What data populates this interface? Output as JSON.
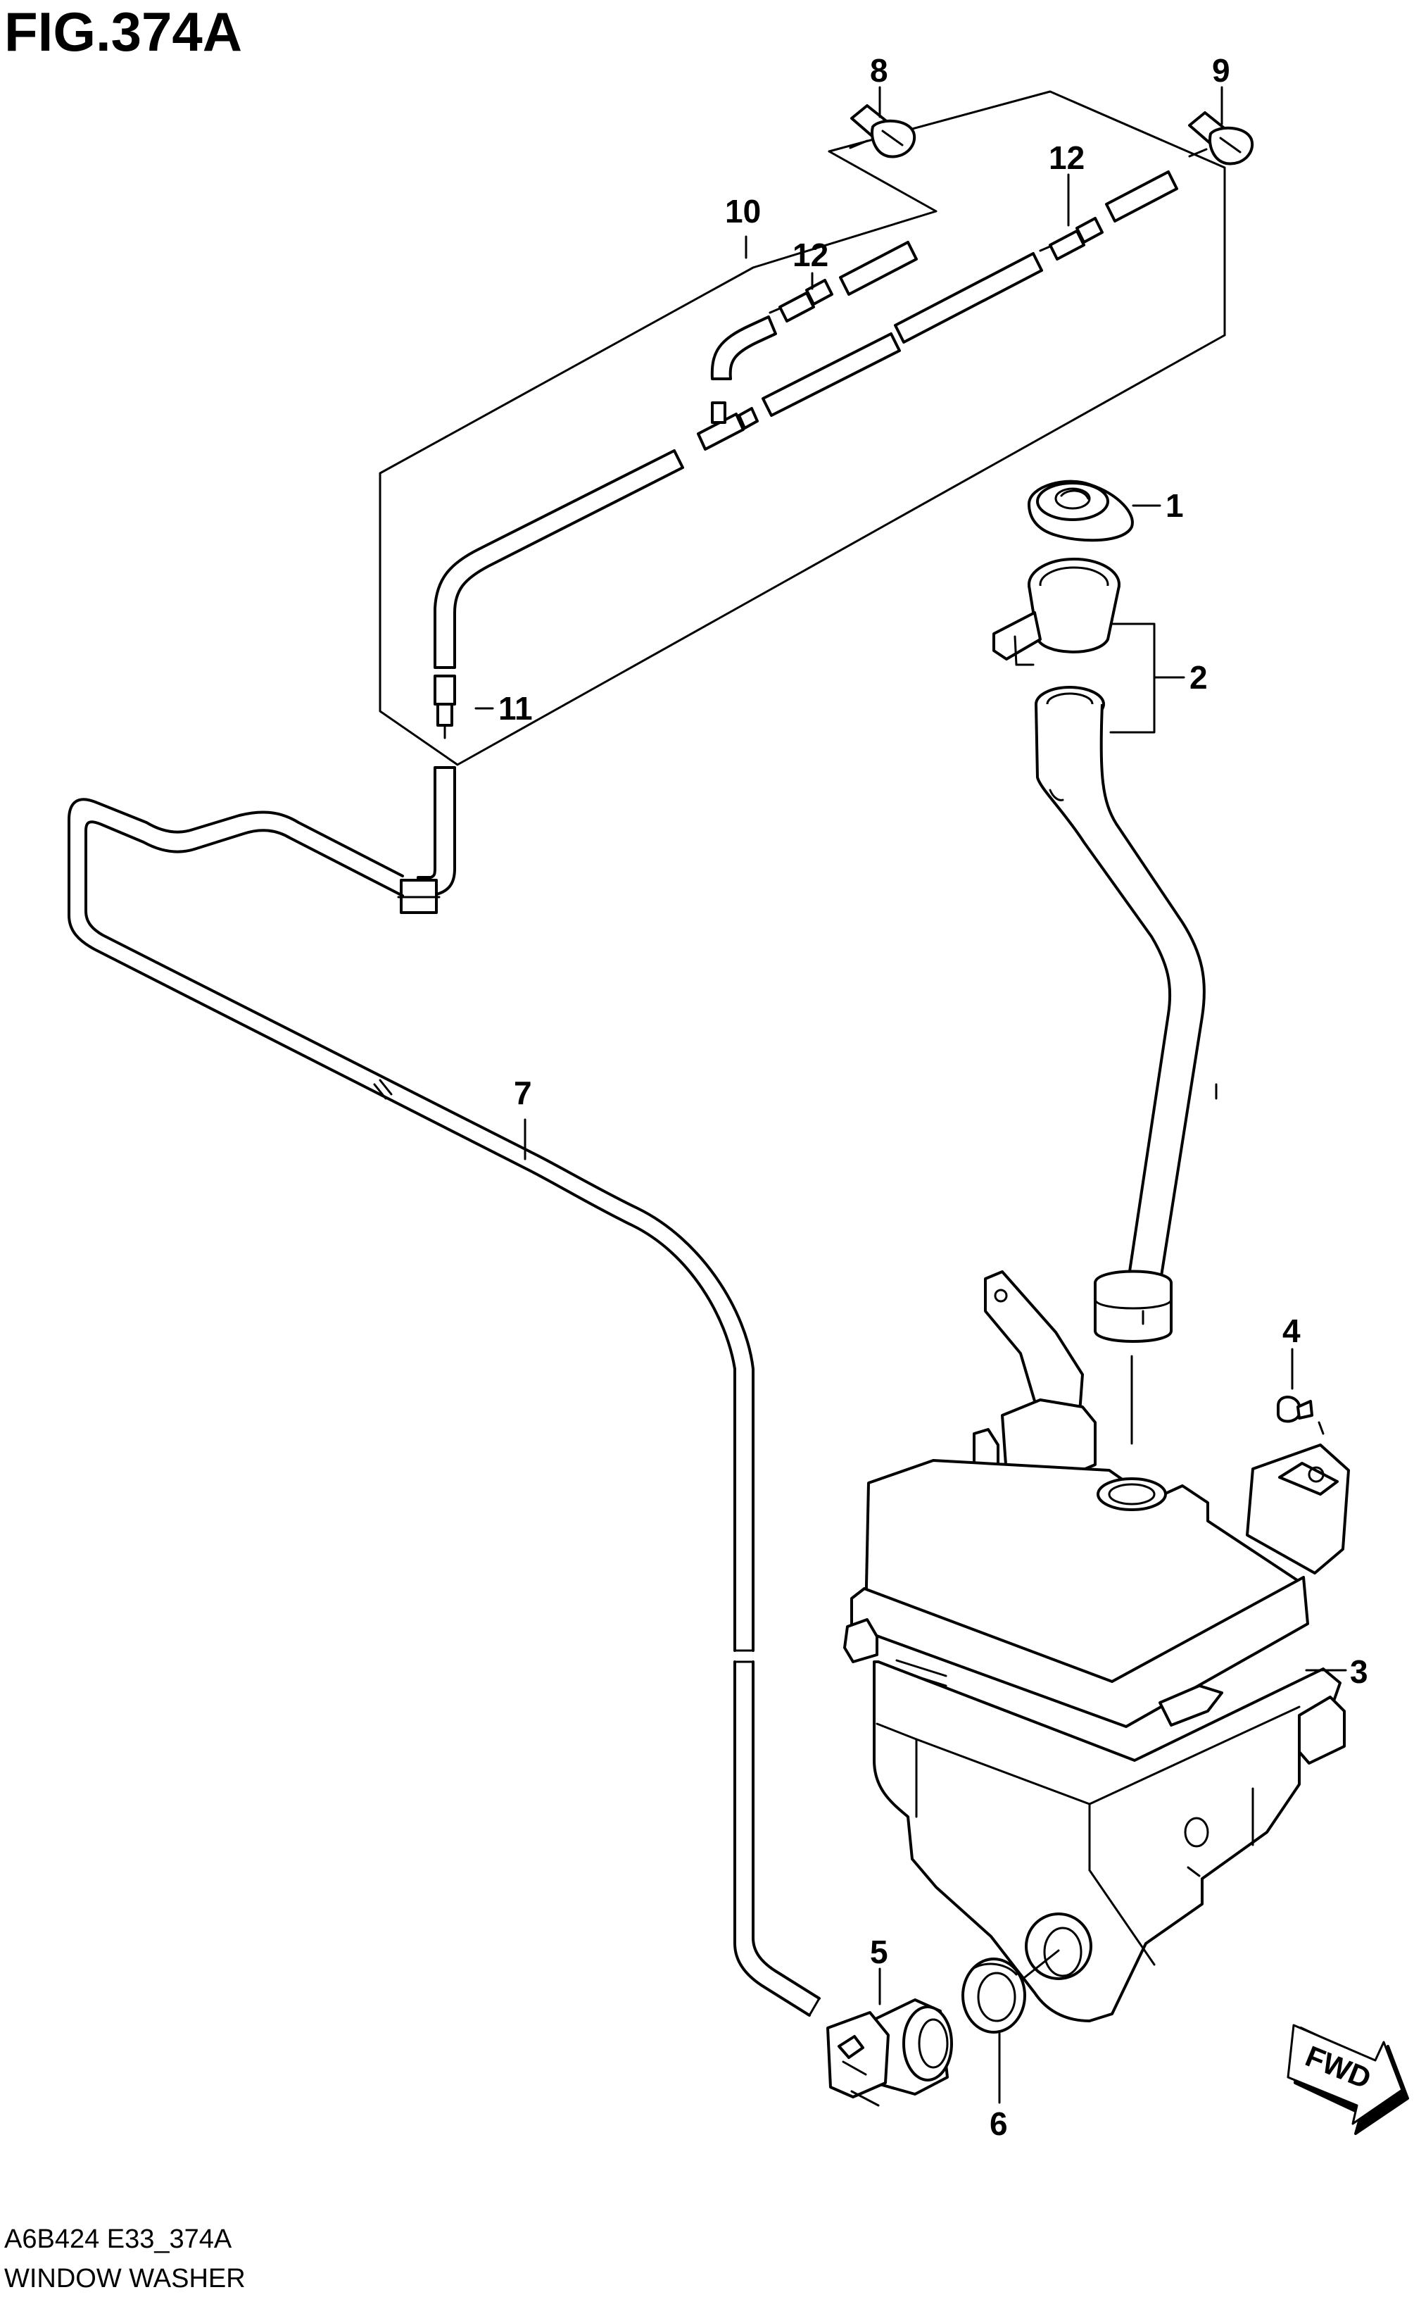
{
  "figure": {
    "title": "FIG.374A",
    "code": "A6B424 E33_374A",
    "name": "WINDOW WASHER"
  },
  "direction_badge": "FWD",
  "callouts": [
    "1",
    "2",
    "3",
    "4",
    "5",
    "6",
    "7",
    "8",
    "9",
    "10",
    "11",
    "12",
    "12"
  ]
}
